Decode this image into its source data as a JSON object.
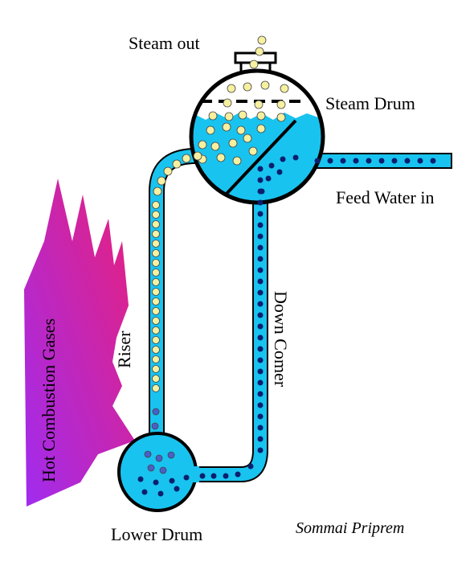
{
  "labels": {
    "steam_out": "Steam out",
    "steam_drum": "Steam Drum",
    "feed_water_in": "Feed Water in",
    "down_comer": "Down Comer",
    "riser": "Riser",
    "hot_combustion_gases": "Hot Combustion Gases",
    "lower_drum": "Lower Drum",
    "author": "Sommai Priprem"
  },
  "colors": {
    "water": "#19c3ef",
    "outline": "#000000",
    "steam_bubble": "#f6f0a0",
    "water_particle": "#0b1f6e",
    "mixed_bubble": "#4a5fc8",
    "flame_top": "#e8207a",
    "flame_bottom": "#a02cf0",
    "drum_steam_space": "#ffffff"
  },
  "icons": [
    "flame-shape",
    "water-particle-dot",
    "steam-bubble-dot",
    "water-level-dashed-line"
  ]
}
